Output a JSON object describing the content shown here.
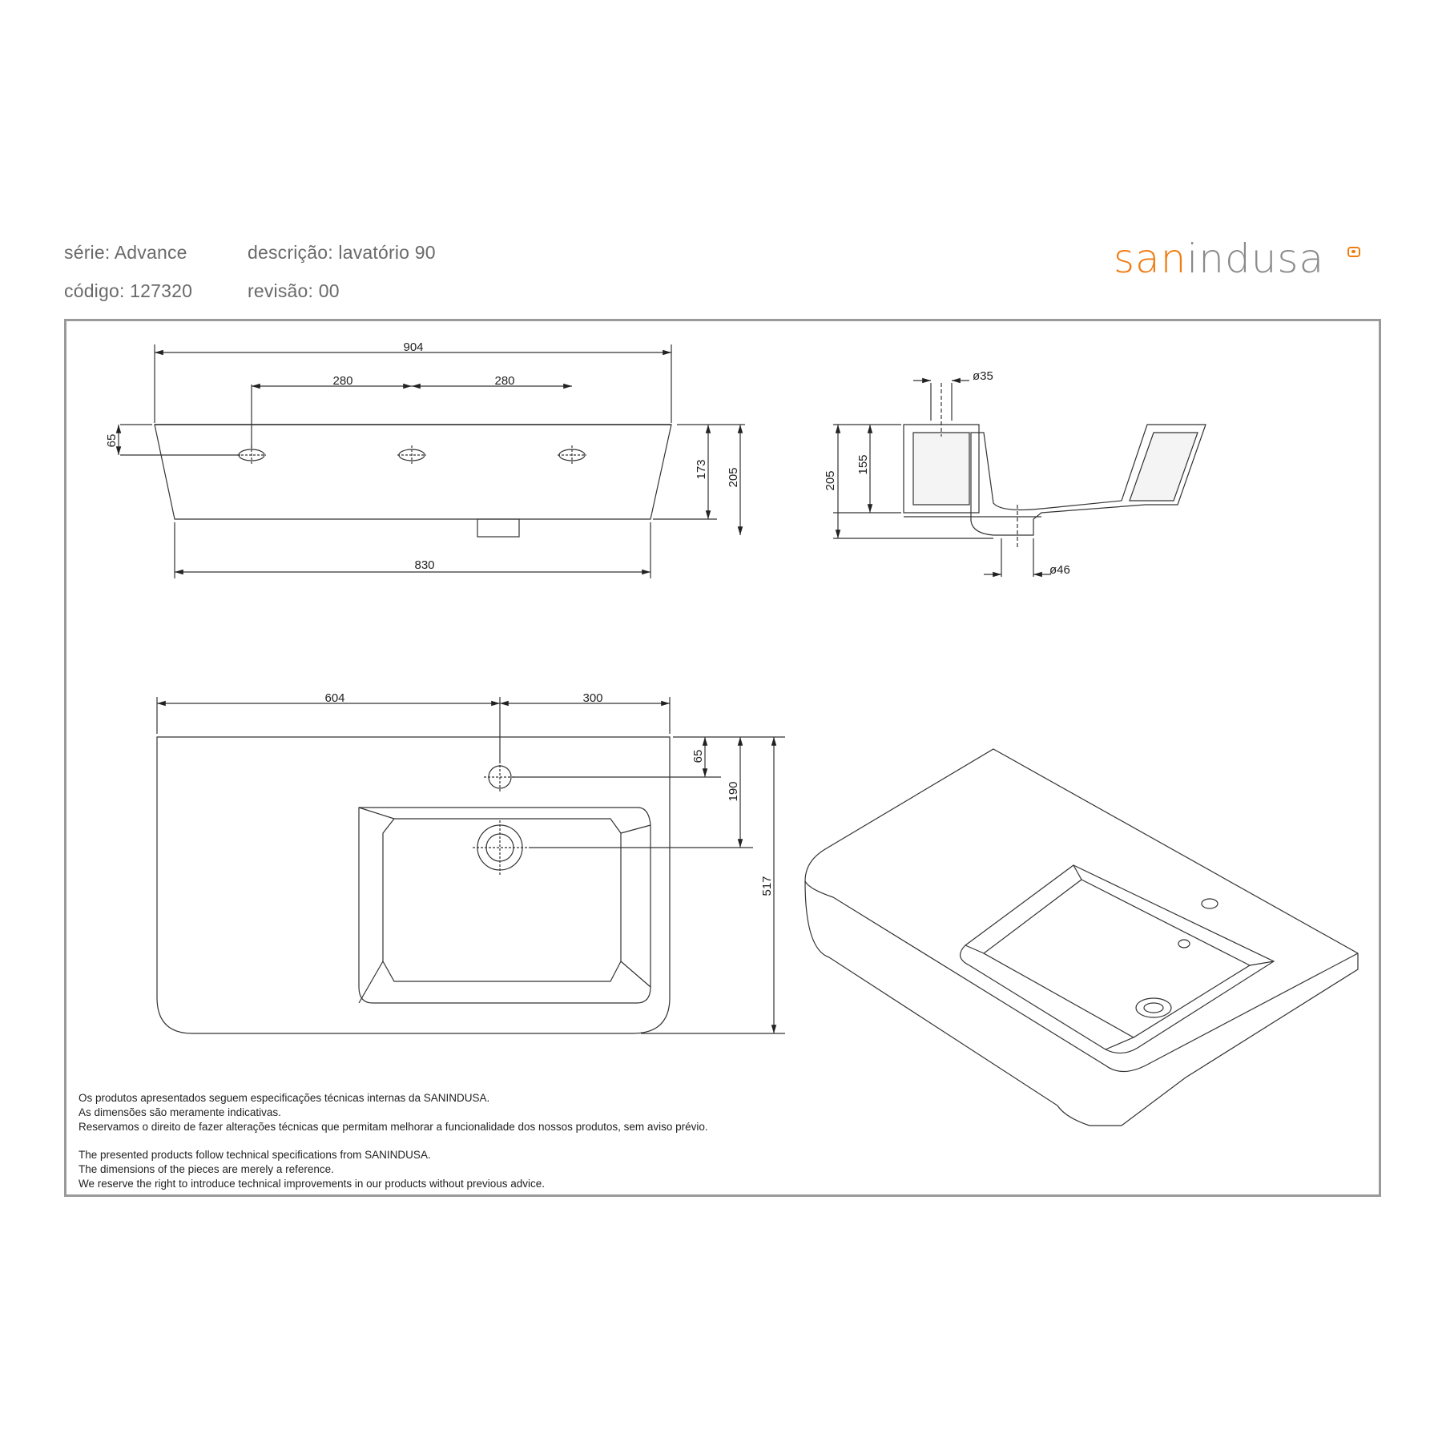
{
  "header": {
    "serie": "série: Advance",
    "descricao": "descrição: lavatório 90",
    "codigo": "código: 127320",
    "revisao": "revisão: 00"
  },
  "logo": {
    "part_a": "san",
    "part_b": "indusa"
  },
  "colors": {
    "brand_orange": "#f07c12",
    "logo_grey": "#8a8a8a",
    "frame_grey": "#9a9a9a",
    "line": "#333333"
  },
  "dimensions": {
    "front_overall_width": "904",
    "front_hole_spacing_left": "280",
    "front_hole_spacing_right": "280",
    "front_hole_offset": "65",
    "front_body_height": "173",
    "front_total_height": "205",
    "front_bottom_width": "830",
    "side_tap_hole_dia": "ø35",
    "side_waste_dia": "ø46",
    "side_total_height": "205",
    "side_basin_height": "155",
    "top_left_offset": "604",
    "top_right_offset": "300",
    "top_hole_offset": "65",
    "top_waste_offset": "190",
    "top_depth": "517"
  },
  "notes": {
    "pt": [
      "Os produtos apresentados seguem especificações técnicas internas da SANINDUSA.",
      "As dimensões são meramente indicativas.",
      "Reservamos o direito de fazer alterações técnicas que permitam melhorar a funcionalidade dos nossos produtos, sem aviso prévio."
    ],
    "en": [
      "The presented products follow technical specifications from SANINDUSA.",
      "The dimensions of the pieces are merely a reference.",
      "We reserve the right to introduce technical improvements in our products without previous advice."
    ]
  }
}
